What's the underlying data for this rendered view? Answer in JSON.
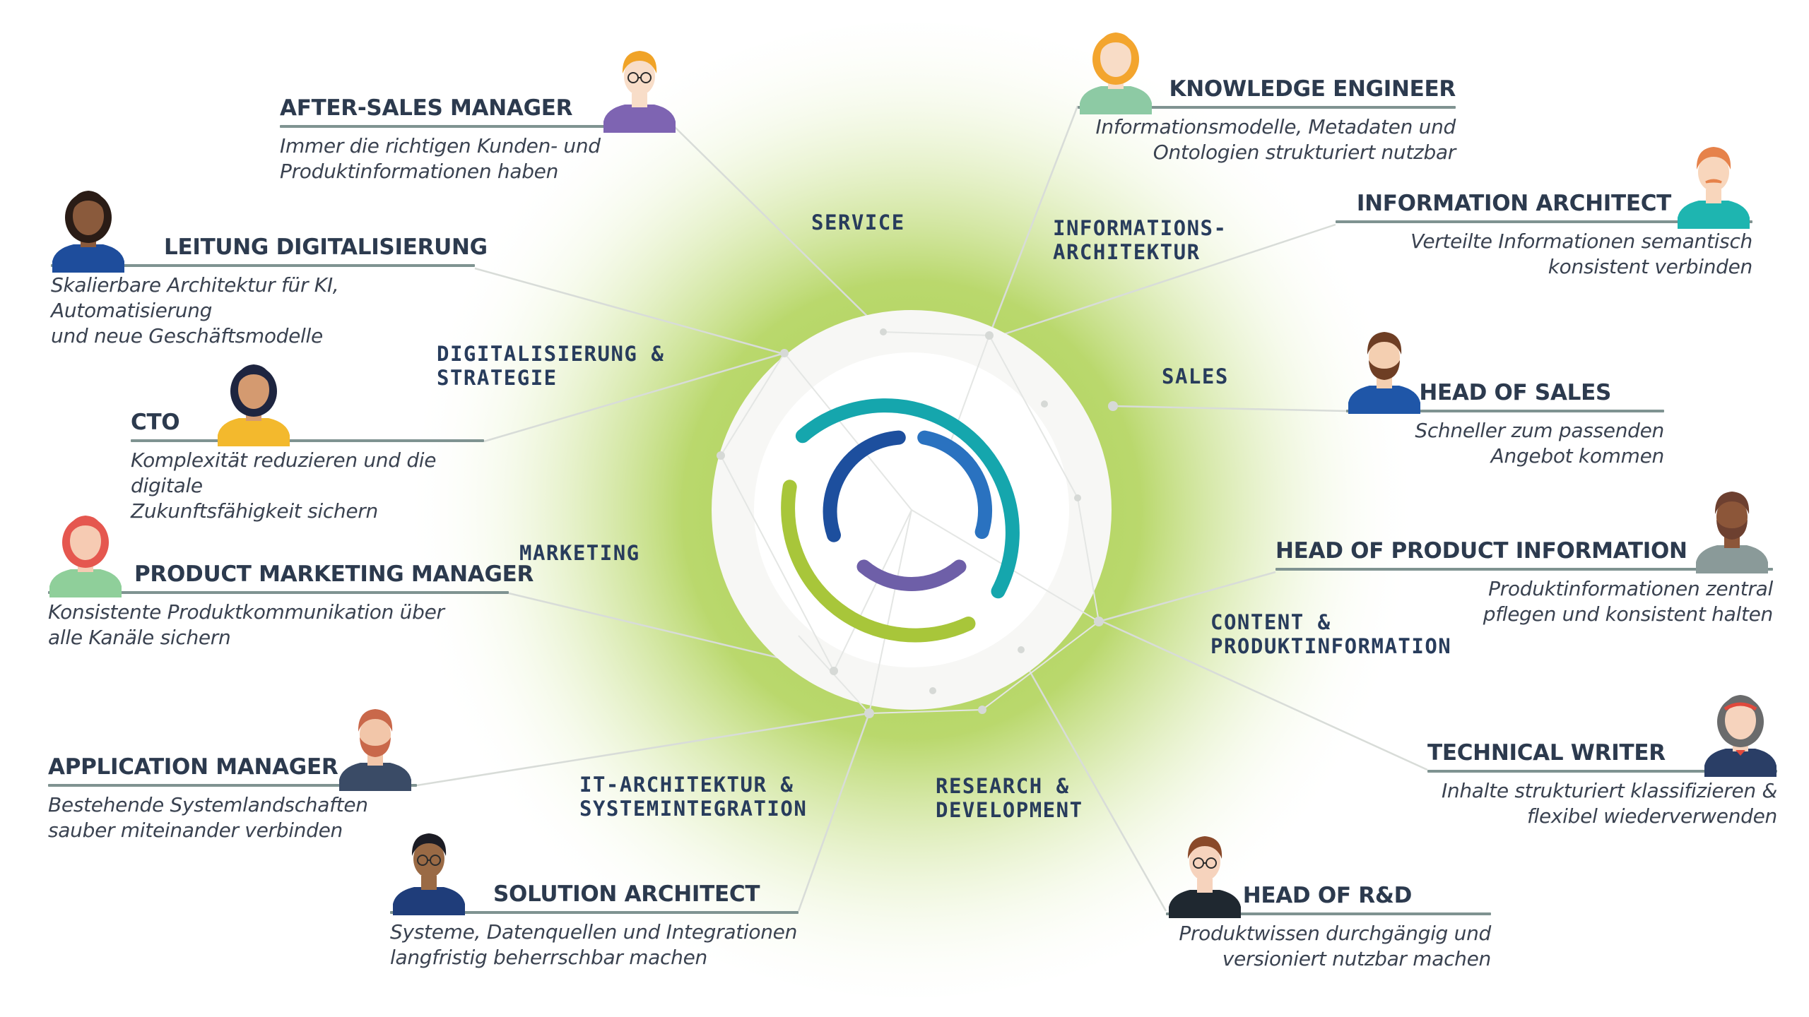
{
  "domains": {
    "service": "SERVICE",
    "info_architecture": "INFORMATIONS-\nARCHITEKTUR",
    "sales": "SALES",
    "digital_strategy": "DIGITALISIERUNG &\nSTRATEGIE",
    "marketing": "MARKETING",
    "content": "CONTENT &\nPRODUKTINFORMATION",
    "it_architecture": "IT-ARCHITEKTUR &\nSYSTEMINTEGRATION",
    "research": "RESEARCH &\nDEVELOPMENT"
  },
  "roles": {
    "after_sales": {
      "title": "AFTER-SALES MANAGER",
      "desc": "Immer die richtigen Kunden- und\nProduktinformationen haben"
    },
    "leitung": {
      "title": "LEITUNG DIGITALISIERUNG",
      "desc": "Skalierbare Architektur für KI, Automatisierung\nund neue Geschäftsmodelle"
    },
    "cto": {
      "title": "CTO",
      "desc": "Komplexität reduzieren und die digitale\nZukunftsfähigkeit sichern"
    },
    "pmm": {
      "title": "PRODUCT MARKETING MANAGER",
      "desc": "Konsistente Produktkommunikation über\nalle Kanäle sichern"
    },
    "app_manager": {
      "title": "APPLICATION MANAGER",
      "desc": "Bestehende Systemlandschaften\nsauber miteinander verbinden"
    },
    "solution_architect": {
      "title": "SOLUTION ARCHITECT",
      "desc": "Systeme, Datenquellen und Integrationen\nlangfristig beherrschbar machen"
    },
    "knowledge_engineer": {
      "title": "KNOWLEDGE ENGINEER",
      "desc": "Informationsmodelle, Metadaten und\nOntologien strukturiert nutzbar"
    },
    "info_architect": {
      "title": "INFORMATION ARCHITECT",
      "desc": "Verteilte Informationen semantisch\nkonsistent verbinden"
    },
    "head_sales": {
      "title": "HEAD OF SALES",
      "desc": "Schneller zum passenden\nAngebot kommen"
    },
    "head_product_info": {
      "title": "HEAD OF PRODUCT INFORMATION",
      "desc": "Produktinformationen zentral\npflegen und konsistent halten"
    },
    "technical_writer": {
      "title": "TECHNICAL WRITER",
      "desc": "Inhalte strukturiert klassifizieren &\nflexibel wiederverwenden"
    },
    "head_rd": {
      "title": "HEAD OF R&D",
      "desc": "Produktwissen durchgängig und\nversioniert nutzbar machen"
    }
  },
  "colors": {
    "glow_green": "#b4d562",
    "teal": "#15a6ad",
    "dark_blue": "#1d4f9e",
    "mid_blue": "#2a72c0",
    "purple": "#6e5fa8",
    "lime": "#a8c63a",
    "rule_gray": "#7f9391",
    "text_dark": "#2c3a4e",
    "domain_navy": "#283c5c"
  },
  "avatars": [
    {
      "name": "after-sales-manager-avatar",
      "hair": "#f0a327",
      "skin": "#f8ddc8",
      "shirt": "#7e64b2",
      "accessory": "glasses"
    },
    {
      "name": "leitung-digitalisierung-avatar",
      "hair": "#2a1c16",
      "skin": "#8a5a3c",
      "shirt": "#1e4d9c",
      "accessory": "none"
    },
    {
      "name": "cto-avatar",
      "hair": "#1e2540",
      "skin": "#d49a70",
      "shirt": "#f3b92d",
      "accessory": "none"
    },
    {
      "name": "product-marketing-manager-avatar",
      "hair": "#e5574f",
      "skin": "#f6cbb3",
      "shirt": "#8fcf9a",
      "accessory": "none"
    },
    {
      "name": "application-manager-avatar",
      "hair": "#c9684a",
      "skin": "#f2c6a9",
      "shirt": "#3a4b66",
      "accessory": "beard"
    },
    {
      "name": "solution-architect-avatar",
      "hair": "#1c1c24",
      "skin": "#9a6a45",
      "shirt": "#1f3d7a",
      "accessory": "glasses"
    },
    {
      "name": "knowledge-engineer-avatar",
      "hair": "#f3a52e",
      "skin": "#f8dcc6",
      "shirt": "#8dcaa4",
      "accessory": "none"
    },
    {
      "name": "information-architect-avatar",
      "hair": "#e6824a",
      "skin": "#f8d6bc",
      "shirt": "#1eb5b0",
      "accessory": "mustache"
    },
    {
      "name": "head-of-sales-avatar",
      "hair": "#6e3e24",
      "skin": "#f4cfb1",
      "shirt": "#1f56a8",
      "accessory": "beard"
    },
    {
      "name": "head-of-product-information-avatar",
      "hair": "#6d4030",
      "skin": "#8c5639",
      "shirt": "#8a9a99",
      "accessory": "beard"
    },
    {
      "name": "technical-writer-avatar",
      "hair": "#6a6b6c",
      "skin": "#f6d3bd",
      "shirt": "#2a3e66",
      "accessory": "headband"
    },
    {
      "name": "head-of-rd-avatar",
      "hair": "#8a4a2a",
      "skin": "#f6d3bd",
      "shirt": "#1f2830",
      "accessory": "glasses"
    }
  ]
}
